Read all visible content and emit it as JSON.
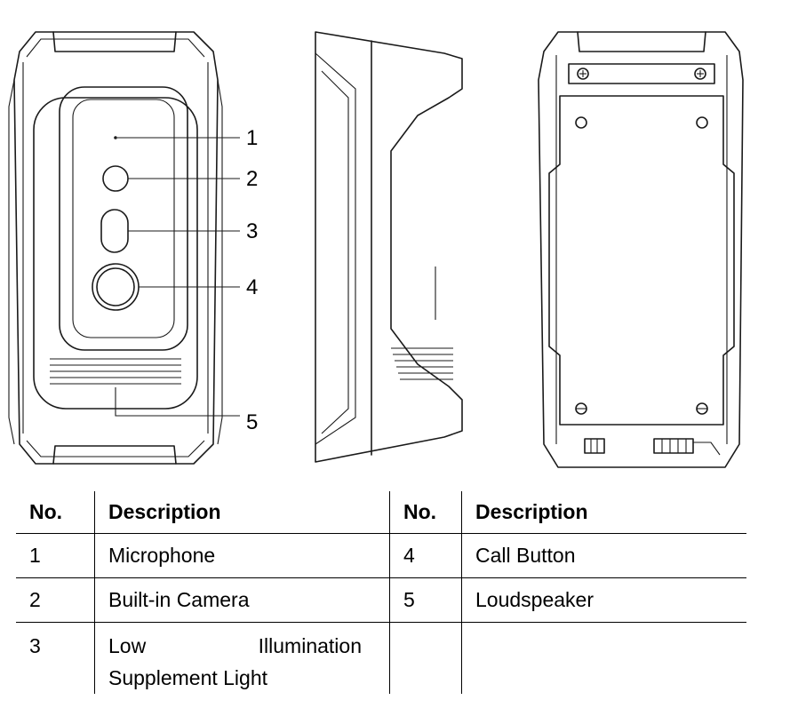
{
  "callouts": [
    "1",
    "2",
    "3",
    "4",
    "5"
  ],
  "table": {
    "headers": [
      "No.",
      "Description",
      "No.",
      "Description"
    ],
    "rows": [
      {
        "no_left": "1",
        "desc_left": "Microphone",
        "no_right": "4",
        "desc_right": "Call Button"
      },
      {
        "no_left": "2",
        "desc_left": "Built-in Camera",
        "no_right": "5",
        "desc_right": "Loudspeaker"
      },
      {
        "no_left": "3",
        "desc_left_line1_a": "Low",
        "desc_left_line1_b": "Illumination",
        "desc_left_line2": "Supplement Light",
        "no_right": "",
        "desc_right": ""
      }
    ]
  },
  "colors": {
    "line": "#1a1a1a",
    "background": "#ffffff"
  }
}
